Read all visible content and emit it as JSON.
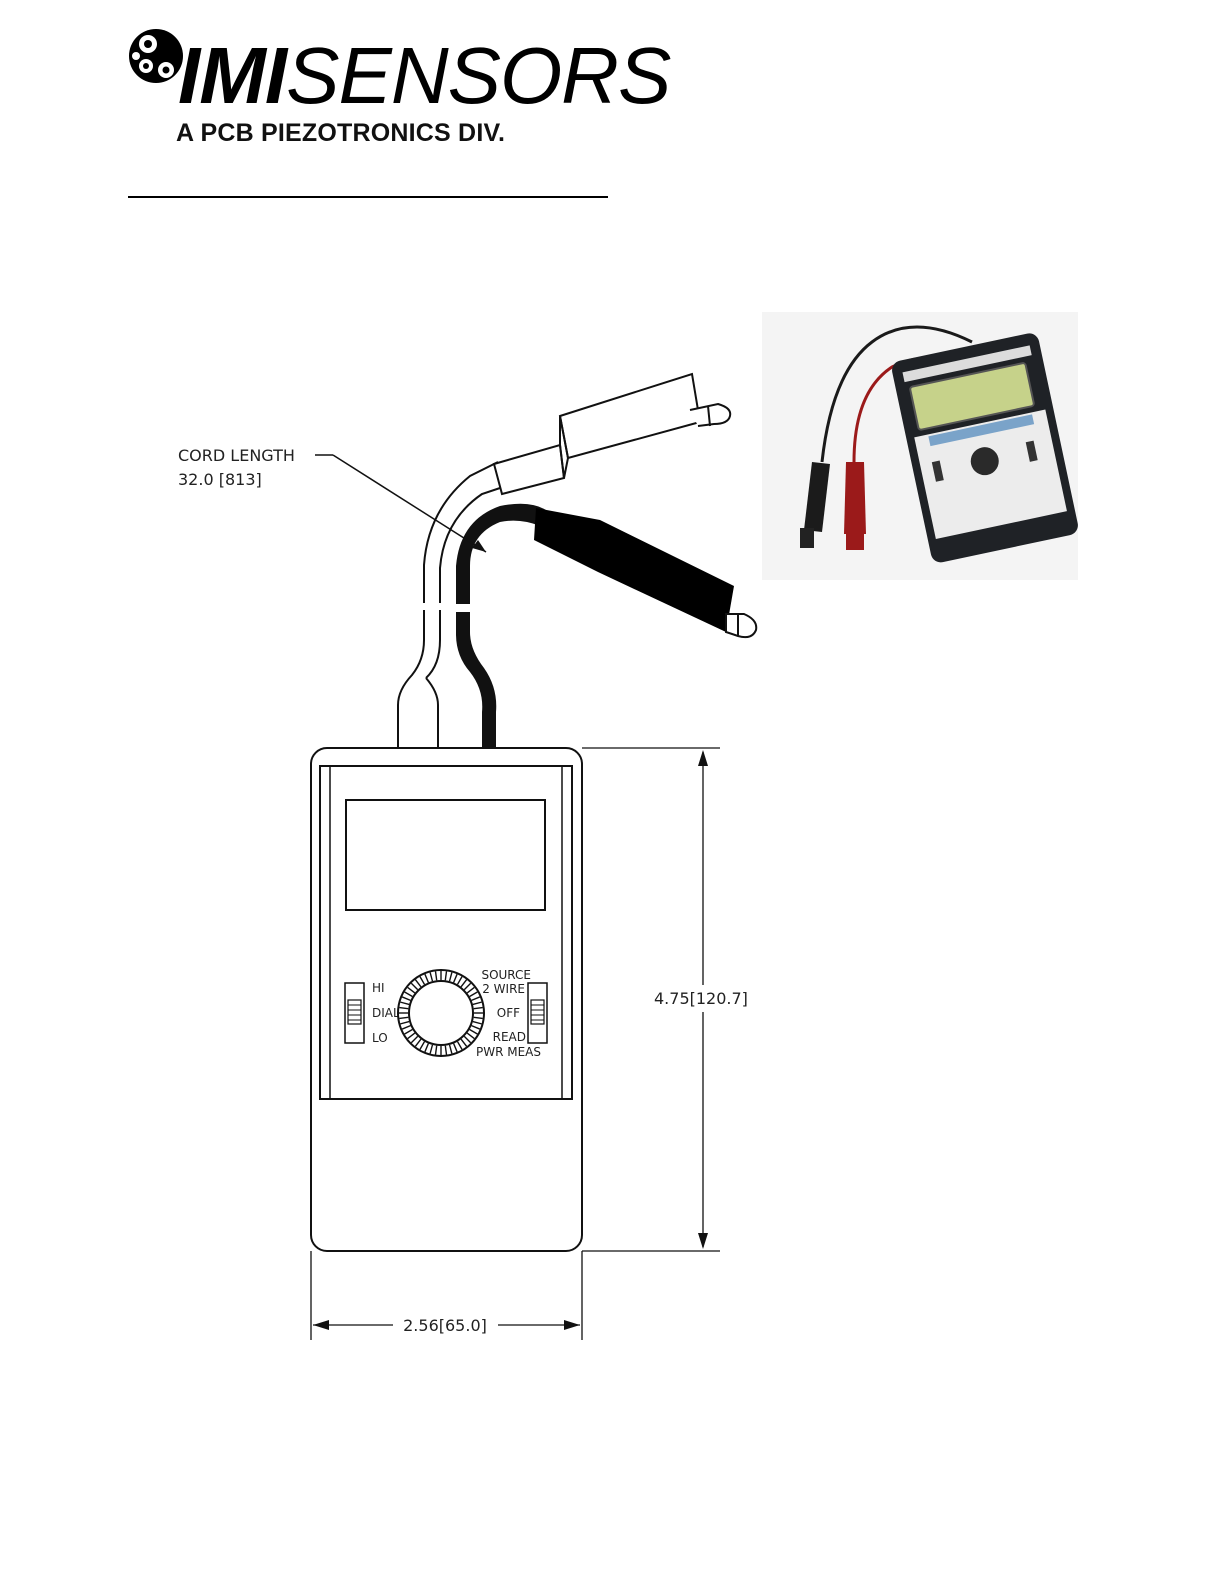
{
  "header": {
    "logo_bold": "IMI",
    "logo_regular": "SENSORS",
    "logo_subtitle": "A PCB PIEZOTRONICS DIV."
  },
  "drawing": {
    "cord_label": "CORD LENGTH",
    "cord_value": "32.0 [813]",
    "height_dim": "4.75[120.7]",
    "width_dim": "2.56[65.0]",
    "left_switch": {
      "hi": "HI",
      "dial": "DIAL",
      "lo": "LO"
    },
    "right_switch": {
      "source": "SOURCE",
      "two_wire": "2 WIRE",
      "off": "OFF",
      "read": "READ",
      "pwr_meas": "PWR MEAS"
    }
  },
  "colors": {
    "photo_red_lead": "#9b1a1a",
    "photo_display": "#c6d28a",
    "photo_body": "#1f2226"
  }
}
